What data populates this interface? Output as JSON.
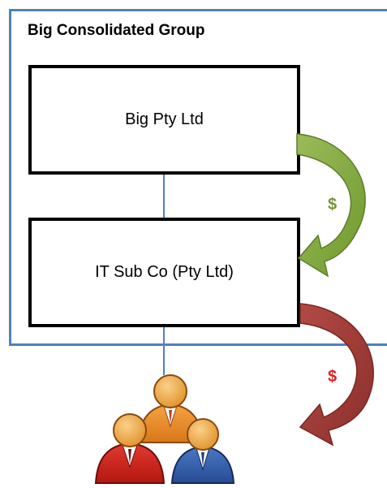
{
  "group": {
    "title": "Big Consolidated Group"
  },
  "entities": {
    "parent": {
      "label": "Big Pty Ltd"
    },
    "subsidiary": {
      "label": "IT Sub Co (Pty Ltd)"
    }
  },
  "flows": {
    "inbound": {
      "label": "$",
      "color": "#77933c"
    },
    "outbound": {
      "label": "$",
      "color": "#c0504d"
    }
  },
  "colors": {
    "frame": "#4f81bd",
    "connector": "#4f81bd",
    "green_arrow": "#8db04f",
    "red_arrow": "#a63c38"
  },
  "icons": {
    "people": "people-group-icon"
  }
}
